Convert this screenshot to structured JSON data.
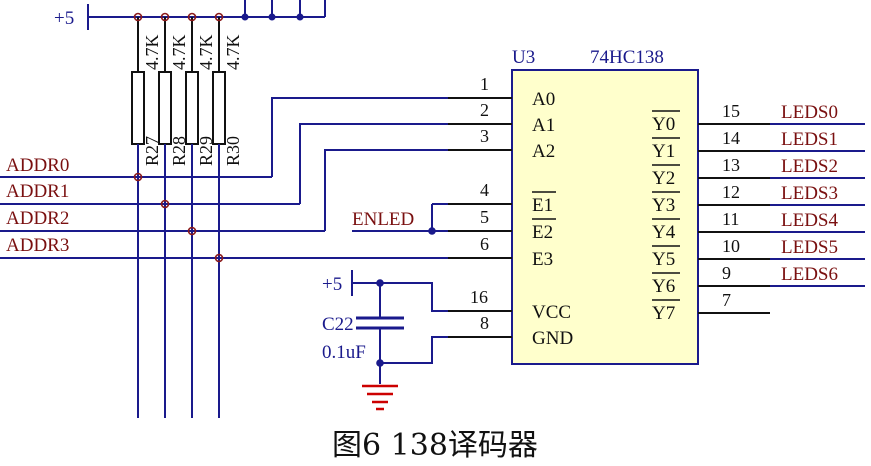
{
  "chip": {
    "ref": "U3",
    "part": "74HC138",
    "inputs": [
      {
        "pin": "1",
        "name": "A0",
        "bar": false
      },
      {
        "pin": "2",
        "name": "A1",
        "bar": false
      },
      {
        "pin": "3",
        "name": "A2",
        "bar": false
      },
      {
        "pin": "4",
        "name": "E1",
        "bar": true
      },
      {
        "pin": "5",
        "name": "E2",
        "bar": true
      },
      {
        "pin": "6",
        "name": "E3",
        "bar": false
      },
      {
        "pin": "16",
        "name": "VCC",
        "bar": false
      },
      {
        "pin": "8",
        "name": "GND",
        "bar": false
      }
    ],
    "outputs": [
      {
        "pin": "15",
        "name": "Y0",
        "net": "LEDS0"
      },
      {
        "pin": "14",
        "name": "Y1",
        "net": "LEDS1"
      },
      {
        "pin": "13",
        "name": "Y2",
        "net": "LEDS2"
      },
      {
        "pin": "12",
        "name": "Y3",
        "net": "LEDS3"
      },
      {
        "pin": "11",
        "name": "Y4",
        "net": "LEDS4"
      },
      {
        "pin": "10",
        "name": "Y5",
        "net": "LEDS5"
      },
      {
        "pin": "9",
        "name": "Y6",
        "net": "LEDS6"
      },
      {
        "pin": "7",
        "name": "Y7",
        "net": ""
      }
    ]
  },
  "addr_nets": [
    "ADDR0",
    "ADDR1",
    "ADDR2",
    "ADDR3"
  ],
  "resistors": [
    {
      "ref": "R27",
      "value": "4.7K"
    },
    {
      "ref": "R28",
      "value": "4.7K"
    },
    {
      "ref": "R29",
      "value": "4.7K"
    },
    {
      "ref": "R30",
      "value": "4.7K"
    }
  ],
  "enled": "ENLED",
  "power_label": "+5",
  "capacitor": {
    "ref": "C22",
    "value": "0.1uF"
  },
  "caption": "图6 138译码器",
  "colors": {
    "wire": "#1a1a8c",
    "net_label": "#7a1010",
    "chip_fill": "#ffffcc",
    "ground": "#cc0000",
    "junction": "#8b1a1a"
  }
}
